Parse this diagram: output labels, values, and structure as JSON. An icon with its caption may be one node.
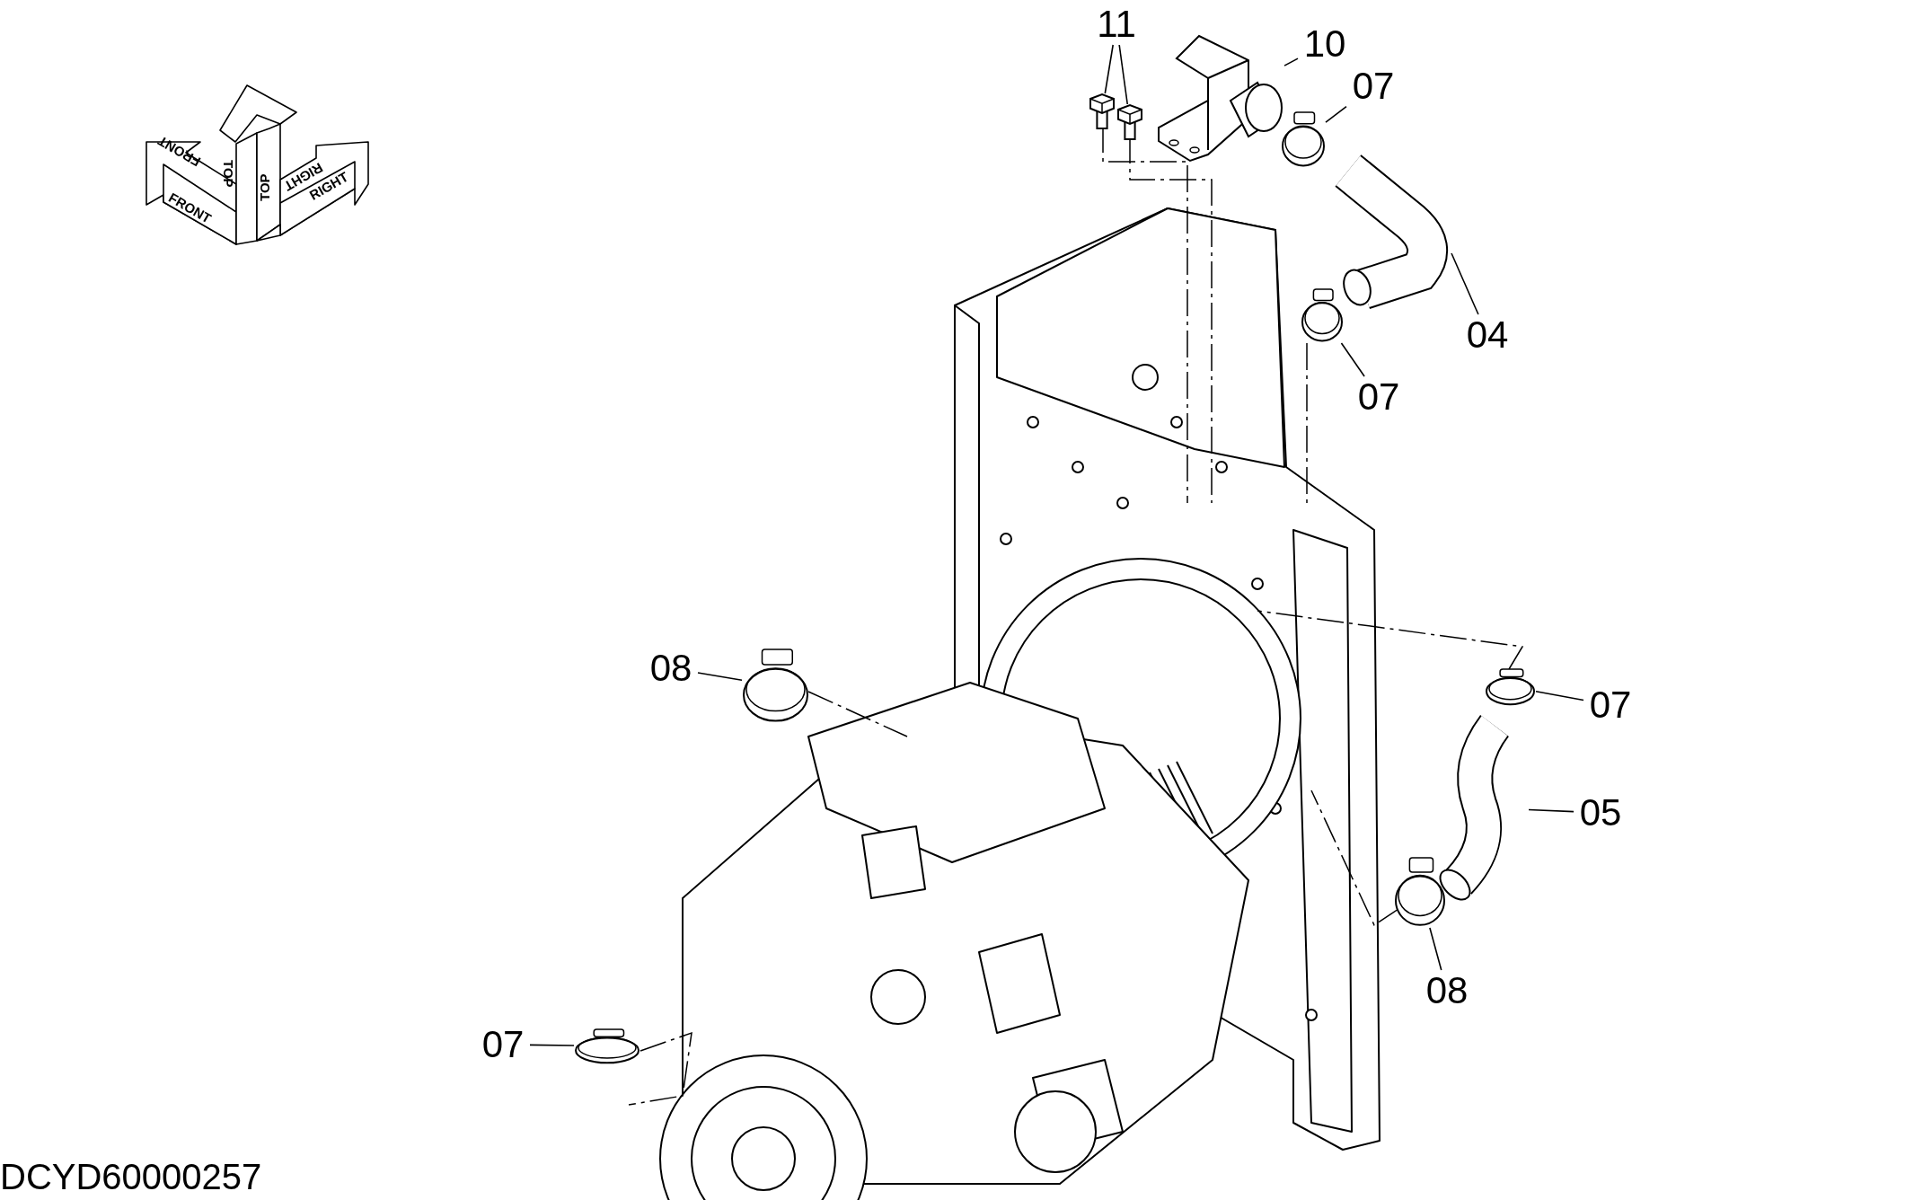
{
  "diagram": {
    "nodes": [
      {
        "text": [
          "11"
        ]
      },
      {
        "text": [
          "10"
        ]
      },
      {
        "text": [
          "07"
        ]
      },
      {
        "text": [
          "04"
        ]
      },
      {
        "text": [
          "07"
        ]
      },
      {
        "text": [
          "08"
        ]
      },
      {
        "text": [
          "07"
        ]
      },
      {
        "text": [
          "05"
        ]
      },
      {
        "text": [
          "08"
        ]
      },
      {
        "text": [
          "07"
        ]
      },
      {
        "text": [],
        "shape": "picture"
      },
      {
        "text": [],
        "shape": "picture"
      },
      {
        "text": [],
        "shape": "picture"
      },
      {
        "text": [],
        "shape": "picture"
      },
      {
        "text": [],
        "shape": "picture"
      },
      {
        "text": [],
        "shape": "picture"
      },
      {
        "text": [],
        "shape": "picture"
      },
      {
        "text": [],
        "shape": "picture"
      },
      {
        "text": [],
        "shape": "picture"
      },
      {
        "text": [],
        "shape": "picture"
      },
      {
        "text": [],
        "shape": "picture"
      }
    ],
    "edges": [
      {
        "from": 0,
        "to": 10,
        "arrow": "none"
      },
      {
        "from": 0,
        "to": 11,
        "arrow": "none"
      },
      {
        "from": 1,
        "to": 12,
        "arrow": "none"
      },
      {
        "from": 2,
        "to": 13,
        "arrow": "none"
      },
      {
        "from": 3,
        "to": 14,
        "arrow": "none"
      },
      {
        "from": 4,
        "to": 15,
        "arrow": "none"
      },
      {
        "from": 5,
        "to": 16,
        "arrow": "none"
      },
      {
        "from": 6,
        "to": 17,
        "arrow": "none"
      },
      {
        "from": 7,
        "to": 18,
        "arrow": "none"
      },
      {
        "from": 8,
        "to": 19,
        "arrow": "none"
      },
      {
        "from": 9,
        "to": 20,
        "arrow": "none"
      }
    ],
    "labels": [
      "FRONT",
      "TOP",
      "TOP",
      "RIGHT",
      "FRONT",
      "RIGHT",
      "DCYD60000257"
    ]
  }
}
